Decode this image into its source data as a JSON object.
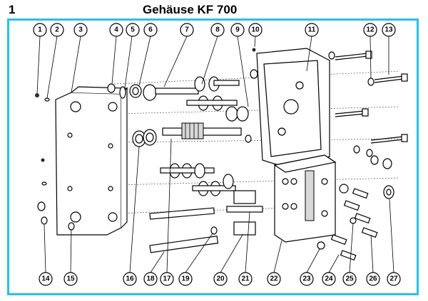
{
  "header": {
    "page_number": "1",
    "title": "Gehäuse KF 700"
  },
  "callouts": [
    "1",
    "2",
    "3",
    "4",
    "5",
    "6",
    "7",
    "8",
    "9",
    "10",
    "11",
    "12",
    "13",
    "14",
    "15",
    "16",
    "17",
    "18",
    "19",
    "20",
    "21",
    "22",
    "23",
    "24",
    "25",
    "26",
    "27"
  ],
  "colors": {
    "frame": "#27c0ec"
  }
}
